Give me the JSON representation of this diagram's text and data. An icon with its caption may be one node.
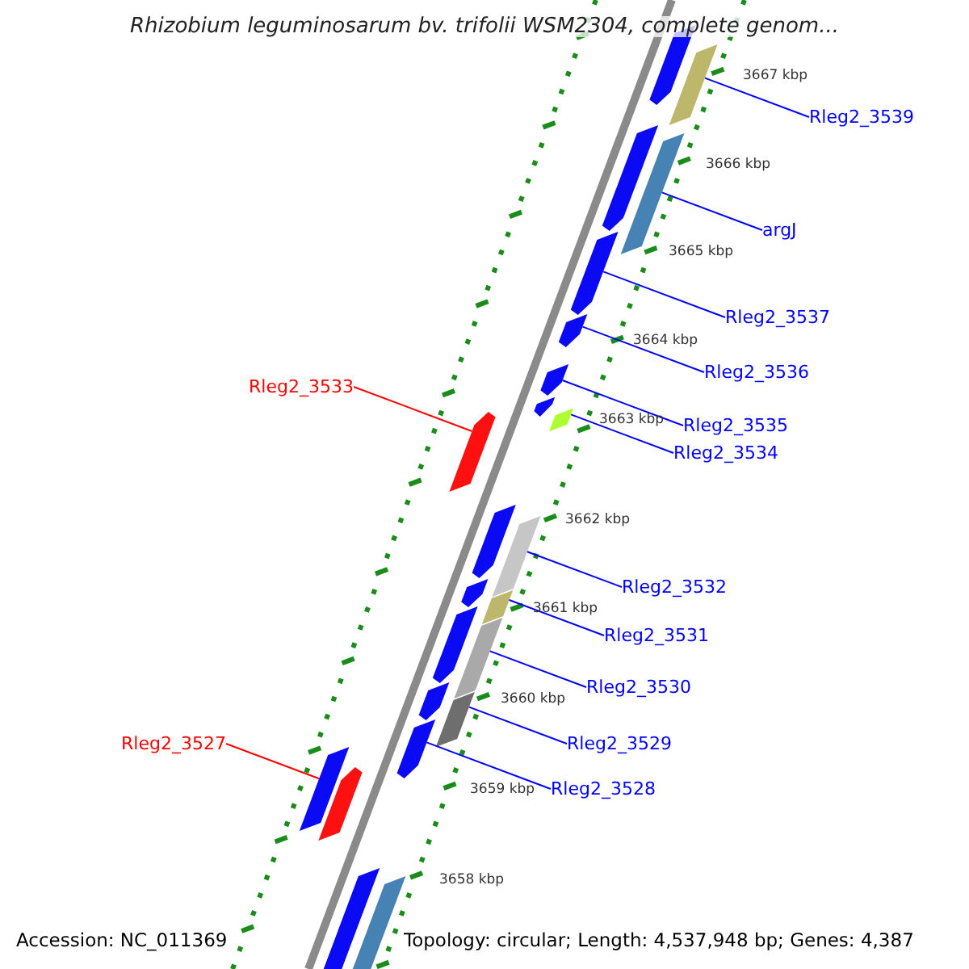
{
  "diagram": {
    "title": "Rhizobium leguminosarum bv. trifolii WSM2304, complete genom...",
    "nodes": [
      {
        "text": [
          "Rleg2_3539"
        ]
      },
      {
        "text": [
          "argJ"
        ]
      },
      {
        "text": [
          "Rleg2_3537"
        ]
      },
      {
        "text": [
          "Rleg2_3536"
        ]
      },
      {
        "text": [
          "Rleg2_3533"
        ]
      },
      {
        "text": [
          "Rleg2_3535"
        ]
      },
      {
        "text": [
          "Rleg2_3534"
        ]
      },
      {
        "text": [
          "Rleg2_3532"
        ]
      },
      {
        "text": [
          "Rleg2_3531"
        ]
      },
      {
        "text": [
          "Rleg2_3530"
        ]
      },
      {
        "text": [
          "Rleg2_3527"
        ]
      },
      {
        "text": [
          "Rleg2_3529"
        ]
      },
      {
        "text": [
          "Rleg2_3528"
        ]
      },
      {
        "text": [],
        "shape": "bar"
      },
      {
        "text": [],
        "shape": "bar"
      },
      {
        "text": [],
        "shape": "bar"
      },
      {
        "text": [],
        "shape": "bar"
      },
      {
        "text": [],
        "shape": "bar"
      },
      {
        "text": [],
        "shape": "bar"
      },
      {
        "text": [],
        "shape": "bar"
      },
      {
        "text": [],
        "shape": "bar"
      },
      {
        "text": [],
        "shape": "bar"
      },
      {
        "text": [],
        "shape": "bar"
      },
      {
        "text": [],
        "shape": "bar"
      },
      {
        "text": [],
        "shape": "bar"
      },
      {
        "text": [],
        "shape": "bar"
      },
      {
        "text": [],
        "shape": "bar"
      },
      {
        "text": [],
        "shape": "bar"
      },
      {
        "text": [],
        "shape": "bar"
      },
      {
        "text": [],
        "shape": "bar"
      },
      {
        "text": [],
        "shape": "bar"
      },
      {
        "text": [],
        "shape": "bar"
      },
      {
        "text": [],
        "shape": "bar"
      },
      {
        "text": [],
        "shape": "bar"
      },
      {
        "text": [],
        "shape": "bar"
      },
      {
        "text": [],
        "shape": "bar"
      }
    ],
    "edges": [
      {
        "from": 0,
        "to": 13,
        "arrow": "none"
      },
      {
        "from": 1,
        "to": 14,
        "arrow": "none"
      },
      {
        "from": 2,
        "to": 15,
        "arrow": "none"
      },
      {
        "from": 3,
        "to": 16,
        "arrow": "none"
      },
      {
        "from": 4,
        "to": 17,
        "arrow": "none",
        "color": "#ff0000"
      },
      {
        "from": 5,
        "to": 18,
        "arrow": "none"
      },
      {
        "from": 6,
        "to": 19,
        "arrow": "none"
      },
      {
        "from": 7,
        "to": 20,
        "arrow": "none"
      },
      {
        "from": 8,
        "to": 21,
        "arrow": "none"
      },
      {
        "from": 9,
        "to": 22,
        "arrow": "none"
      },
      {
        "from": 10,
        "to": 23,
        "arrow": "none",
        "color": "#ff0000"
      },
      {
        "from": 11,
        "to": 24,
        "arrow": "none"
      },
      {
        "from": 12,
        "to": 25,
        "arrow": "none"
      }
    ],
    "labels": [
      "3667 kbp",
      "3666 kbp",
      "3665 kbp",
      "3664 kbp",
      "3663 kbp",
      "3662 kbp",
      "3661 kbp",
      "3660 kbp",
      "3659 kbp",
      "3658 kbp",
      "Accession: NC_011369",
      "Topology: circular; Length: 4,537,948 bp; Genes: 4,387"
    ]
  }
}
